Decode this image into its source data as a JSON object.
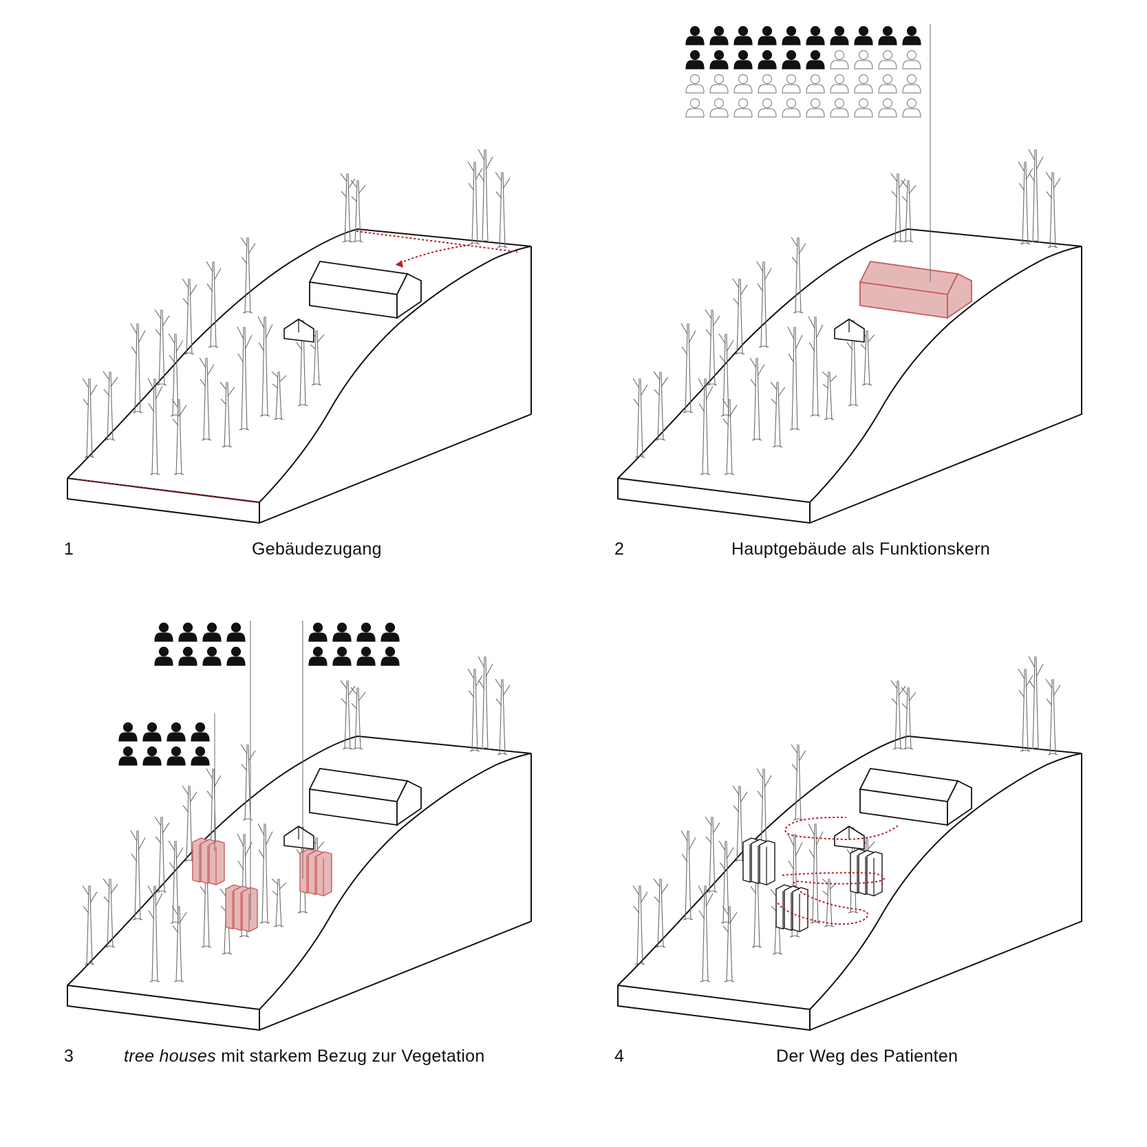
{
  "colors": {
    "line": "#111111",
    "tree": "#6a6a6a",
    "accent_path": "#b81f24",
    "highlight_fill": "#e5b8b8",
    "highlight_stroke": "#c95a5a",
    "person_filled": "#111111",
    "person_outline": "#8a8a8a"
  },
  "panels": [
    {
      "number": "1",
      "caption": "Gebäudezugang",
      "show_access_path": true,
      "highlight_main_building": false,
      "tree_houses": "none",
      "patient_route": false
    },
    {
      "number": "2",
      "caption": "Hauptgebäude als Funktionskern",
      "show_access_path": false,
      "highlight_main_building": true,
      "tree_houses": "none",
      "patient_route": false,
      "occupancy": {
        "filled": 16,
        "total": 40,
        "columns": 10
      }
    },
    {
      "number": "3",
      "caption_italic": "tree houses",
      "caption_rest": " mit starkem Bezug zur Vegetation",
      "show_access_path": false,
      "highlight_main_building": false,
      "tree_houses": "highlighted",
      "patient_route": false,
      "groups": [
        {
          "filled": 8
        },
        {
          "filled": 8
        },
        {
          "filled": 8
        }
      ]
    },
    {
      "number": "4",
      "caption": "Der Weg des Patienten",
      "show_access_path": false,
      "highlight_main_building": false,
      "tree_houses": "outline",
      "patient_route": true
    }
  ],
  "icons": [
    "person-filled-icon",
    "person-outline-icon",
    "tree-icon",
    "house-icon"
  ]
}
